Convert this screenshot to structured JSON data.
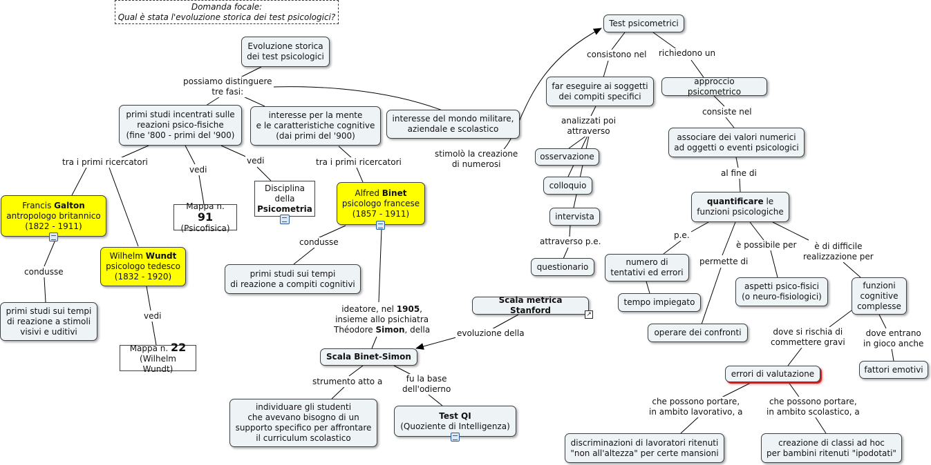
{
  "focal": {
    "line1": "Domanda focale:",
    "line2": "Qual è stata l'evoluzione storica dei test psicologici?"
  },
  "nodes": {
    "root": [
      "Evoluzione storica",
      "dei test psicologici"
    ],
    "fase1": [
      "primi studi incentrati sulle",
      "reazioni psico-fisiche",
      "(fine '800 - primi del '900)"
    ],
    "fase2": [
      "interesse per la mente",
      "e le caratteristiche cognitive",
      "(dai primi del '900)"
    ],
    "fase3": [
      "interesse del mondo militare,",
      "aziendale e scolastico"
    ],
    "galton": {
      "first": "Francis ",
      "bold": "Galton",
      "l2": "antropologo britannico",
      "l3": "(1822 - 1911)"
    },
    "wundt": {
      "first": "Wilhelm ",
      "bold": "Wundt",
      "l2": "psicologo tedesco",
      "l3": "(1832 - 1920)"
    },
    "binet": {
      "first": "Alfred ",
      "bold": "Binet",
      "l2": "psicologo francese",
      "l3": "(1857 - 1911)"
    },
    "mappa91": {
      "pre": "Mappa n. ",
      "num": "91",
      "l2": "(Psicofisica)"
    },
    "psicometria": {
      "l1": "Disciplina",
      "l2": "della",
      "bold": "Psicometria"
    },
    "mappa22": {
      "pre": "Mappa n. ",
      "num": "22",
      "l2": "(Wilhelm Wundt)"
    },
    "galton_studi": [
      "primi studi sui tempi",
      "di reazione a stimoli",
      "visivi e uditivi"
    ],
    "binet_studi": [
      "primi studi sui tempi",
      "di reazione a compiti cognitivi"
    ],
    "binet_simon": "Scala Binet-Simon",
    "stanford": "Scala metrica Stanford",
    "individuare": [
      "individuare gli studenti",
      "che avevano bisogno di un",
      "supporto specifico per affrontare",
      "il curriculum scolastico"
    ],
    "testqi": {
      "bold": "Test QI",
      "l2": "(Quoziente di Intelligenza)"
    },
    "test_psicometrici": "Test psicometrici",
    "far_eseguire": [
      "far eseguire ai soggetti",
      "dei compiti specifici"
    ],
    "approccio": "approccio psicometrico",
    "osservazione": "osservazione",
    "colloquio": "colloquio",
    "intervista": "intervista",
    "questionario": "questionario",
    "associare": [
      "associare dei valori numerici",
      "ad oggetti o eventi psicologici"
    ],
    "quantificare": {
      "bold": "quantificare",
      "rest": " le",
      "l2": "funzioni psicologiche"
    },
    "numero_tentativi": [
      "numero di",
      "tentativi ed errori"
    ],
    "tempo_impiegato": "tempo impiegato",
    "operare_confronti": "operare dei confronti",
    "aspetti": [
      "aspetti psico-fisici",
      "(o neuro-fisiologici)"
    ],
    "funzioni_cognitive": [
      "funzioni",
      "cognitive",
      "complesse"
    ],
    "fattori_emotivi": "fattori emotivi",
    "errori_valutazione": "errori di valutazione",
    "discriminazioni": [
      "discriminazioni di lavoratori ritenuti",
      "\"non all'altezza\" per certe mansioni"
    ],
    "creazione_classi": [
      "creazione di classi ad hoc",
      "per bambini ritenuti \"ipodotati\""
    ]
  },
  "links": {
    "possiamo": [
      "possiamo distinguere",
      "tre fasi:"
    ],
    "tra_primi_1": "tra i primi ricercatori",
    "vedi_1": "vedi",
    "vedi_2": "vedi",
    "tra_primi_2": "tra i primi ricercatori",
    "stimolo": [
      "stimolò la creazione",
      "di numerosi"
    ],
    "condusse_1": "condusse",
    "condusse_2": "condusse",
    "vedi_3": "vedi",
    "ideatore": {
      "pre": "ideatore, nel ",
      "year": "1905",
      "post": ",",
      "l2": "insieme allo psichiatra",
      "l3pre": "Théodore ",
      "l3bold": "Simon",
      "l3post": ", della"
    },
    "evoluzione": "evoluzione della",
    "strumento": "strumento atto a",
    "fu_la_base": [
      "fu la base",
      "dell'odierno"
    ],
    "consistono": "consistono nel",
    "richiedono": "richiedono un",
    "analizzati": [
      "analizzati poi",
      "attraverso"
    ],
    "attraverso_pe": "attraverso p.e.",
    "consiste": "consiste nel",
    "al_fine": "al fine di",
    "pe": "p.e.",
    "permette": "permette di",
    "possibile": "è possibile per",
    "difficile": [
      "è di difficile",
      "realizzazione per"
    ],
    "rischia": [
      "dove si rischia di",
      "commettere gravi"
    ],
    "entrano": [
      "dove entrano",
      "in gioco anche"
    ],
    "portare_lav": [
      "che possono portare,",
      "in ambito lavorativo, a"
    ],
    "portare_scol": [
      "che possono portare,",
      "in ambito scolastico, a"
    ]
  }
}
